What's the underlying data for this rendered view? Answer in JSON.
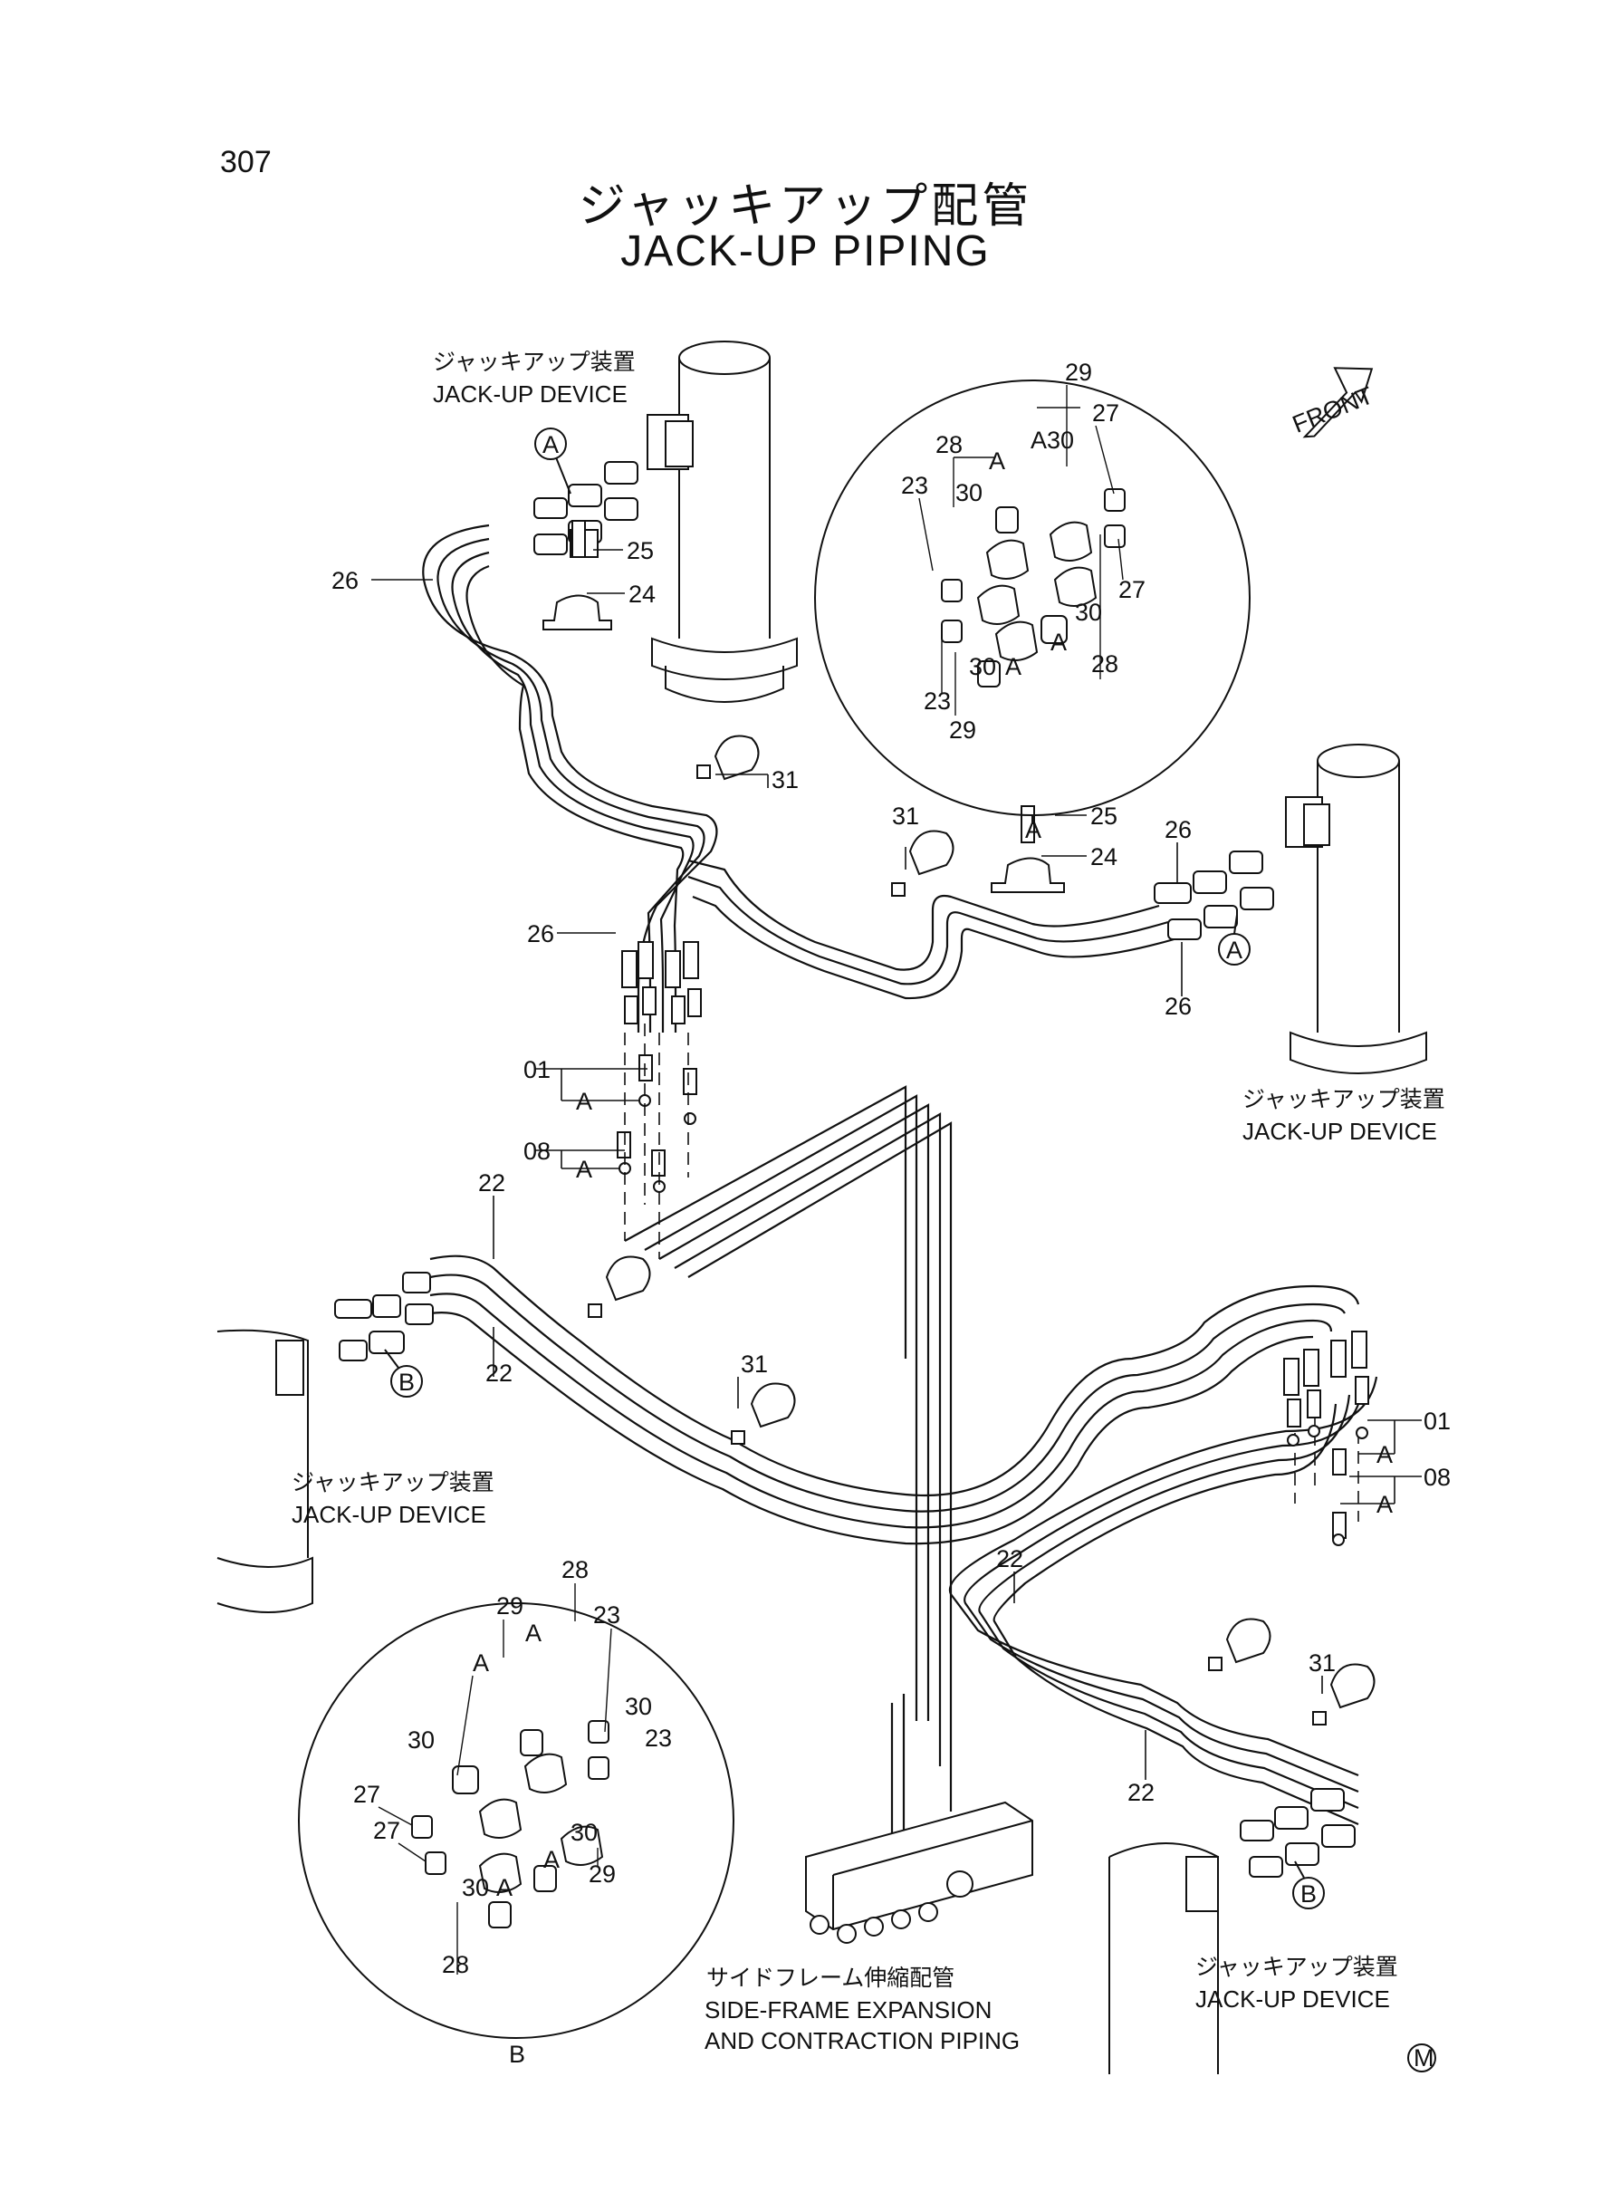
{
  "page_number": "307",
  "title": {
    "jp": "ジャッキアップ配管",
    "en": "JACK-UP PIPING"
  },
  "front_label": "FRONT",
  "device_labels": {
    "jp": "ジャッキアップ装置",
    "en": "JACK-UP DEVICE"
  },
  "side_frame": {
    "jp": "サイドフレーム伸縮配管",
    "en1": "SIDE-FRAME EXPANSION",
    "en2": "AND CONTRACTION PIPING"
  },
  "detail_a": "A",
  "detail_b": "B",
  "callout_a": "A",
  "callout_b": "B",
  "mark": "M",
  "parts": {
    "p01": "01",
    "p08": "08",
    "p22": "22",
    "p23": "23",
    "p24": "24",
    "p25": "25",
    "p26": "26",
    "p27": "27",
    "p28": "28",
    "p29": "29",
    "p30": "30",
    "p31": "31",
    "A": "A"
  }
}
